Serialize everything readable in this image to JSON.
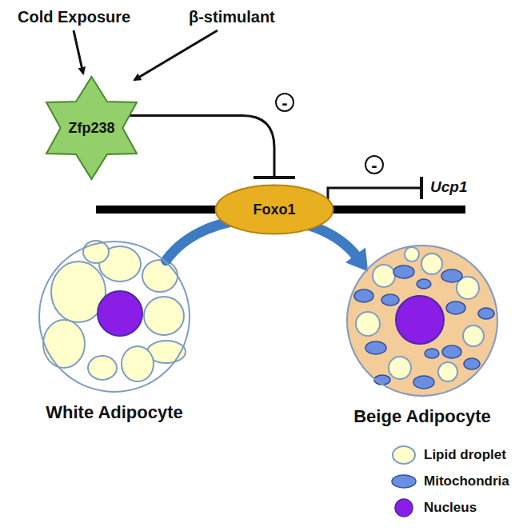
{
  "diagram": {
    "nodes": [
      {
        "text": [
          "Zfp238"
        ]
      },
      {
        "text": [
          "Foxo1"
        ]
      },
      {
        "text": [
          "White Adipocyte"
        ]
      },
      {
        "text": [
          "Beige Adipocyte"
        ]
      }
    ],
    "edges": [
      {
        "from": 0,
        "to": 1,
        "arrow": "to"
      },
      {
        "from": 2,
        "to": 3,
        "arrow": "to"
      }
    ],
    "labels": [
      "Cold Exposure",
      "β-stimulant",
      "-",
      "-",
      "Ucp1"
    ],
    "legend": [
      {
        "text": "Lipid droplet",
        "color": "#ffffcc"
      },
      {
        "text": "Mitochondria",
        "color": "#6b8fe0"
      },
      {
        "text": "Nucleus",
        "color": "#8b1ee6"
      }
    ]
  }
}
